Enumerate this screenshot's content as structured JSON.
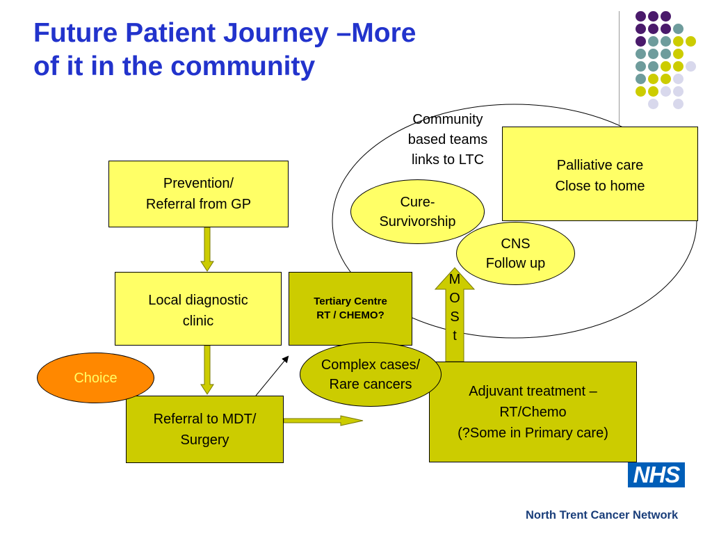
{
  "slide": {
    "title_line1": "Future Patient Journey –More",
    "title_line2": "of it in the community"
  },
  "boxes": {
    "prevention": [
      "Prevention/",
      "Referral from GP"
    ],
    "local_diagnostic": [
      "Local diagnostic",
      "clinic"
    ],
    "tertiary": [
      "Tertiary Centre",
      "RT / CHEMO?"
    ],
    "referral_mdt": [
      "Referral to MDT/",
      "Surgery"
    ],
    "adjuvant": [
      "Adjuvant treatment –",
      "RT/Chemo",
      "(?Some in Primary care)"
    ],
    "palliative": [
      "Palliative care",
      "Close to home"
    ]
  },
  "ovals": {
    "choice": "Choice",
    "cure": [
      "Cure-",
      "Survivorship"
    ],
    "cns": [
      "CNS",
      "Follow up"
    ],
    "complex": [
      "Complex cases/",
      "Rare cancers"
    ]
  },
  "community_label": [
    "Community",
    "based teams",
    "links to LTC"
  ],
  "most_letters": [
    "M",
    "O",
    "S",
    "t"
  ],
  "logo": {
    "nhs": "NHS",
    "network": "North Trent Cancer Network"
  },
  "colors": {
    "title": "#2233cc",
    "light_yellow": "#ffff66",
    "olive": "#cccc00",
    "orange": "#ff8800",
    "purple": "#4a1a6b",
    "teal": "#6e9c9c",
    "lilac": "#d8d8ec",
    "nhs_blue": "#005eb8"
  }
}
